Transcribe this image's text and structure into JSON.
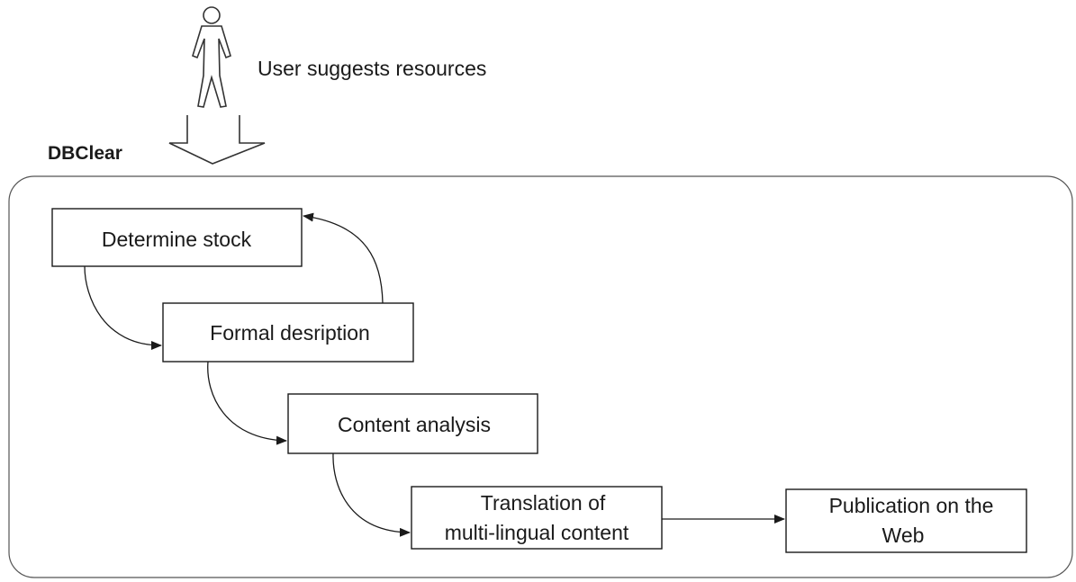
{
  "actor": {
    "icon": "user-icon",
    "caption": "User suggests resources"
  },
  "system": {
    "title": "DBClear"
  },
  "steps": [
    {
      "id": "determine-stock",
      "lines": [
        "Determine stock"
      ]
    },
    {
      "id": "formal-description",
      "lines": [
        "Formal desription"
      ]
    },
    {
      "id": "content-analysis",
      "lines": [
        "Content analysis"
      ]
    },
    {
      "id": "translation",
      "lines": [
        "Translation of",
        "multi-lingual content"
      ]
    },
    {
      "id": "publication",
      "lines": [
        "Publication on the",
        "Web"
      ]
    }
  ]
}
